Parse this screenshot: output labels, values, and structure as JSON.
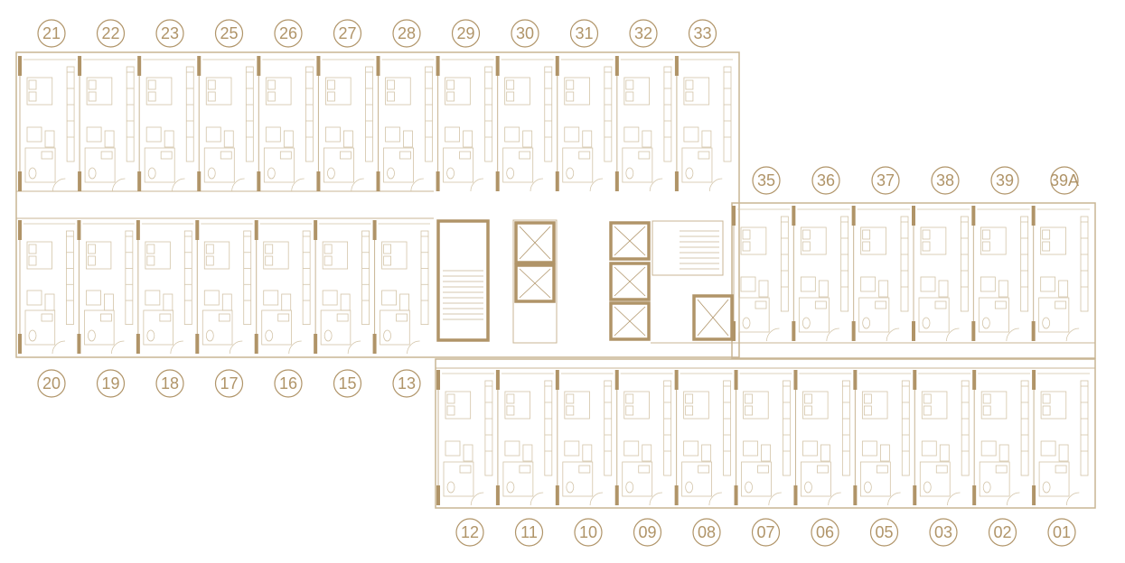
{
  "floor_plan": {
    "colors": {
      "line": "#c8b594",
      "accent": "#b09468",
      "background": "#ffffff"
    },
    "units": {
      "north_wing_top": [
        "21",
        "22",
        "23",
        "25",
        "26",
        "27",
        "28",
        "29",
        "30",
        "31",
        "32",
        "33"
      ],
      "north_wing_bottom": [
        "20",
        "19",
        "18",
        "17",
        "16",
        "15",
        "13"
      ],
      "east_wing_top": [
        "35",
        "36",
        "37",
        "38",
        "39",
        "39A"
      ],
      "south_wing_bottom": [
        "12",
        "11",
        "10",
        "09",
        "08",
        "07",
        "06",
        "05",
        "03",
        "02",
        "01"
      ]
    }
  }
}
